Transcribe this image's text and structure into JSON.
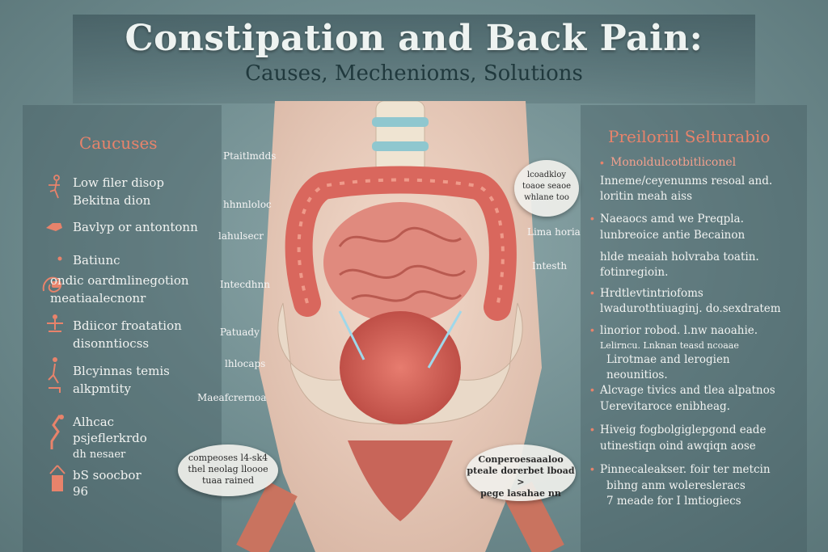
{
  "header": {
    "title": "Constipation and Back Pain:",
    "subtitle": "Causes, Mechenioms, Solutions"
  },
  "left_panel": {
    "heading": "Caucuses",
    "items": [
      {
        "icon": "figure-icon",
        "lines": [
          "Low filer disop",
          "Bekitna dion"
        ]
      },
      {
        "icon": "hand-icon",
        "lines": [
          "Bavlyp or antontonn"
        ]
      },
      {
        "icon": "dot-icon",
        "lines": [
          "Batiunc"
        ]
      },
      {
        "icon": "intestine-icon",
        "lines": [
          "ondic oardmlinegotion",
          "meatiaalecnonr"
        ]
      },
      {
        "icon": "balance-icon",
        "lines": [
          "Bdiicor froatation",
          "disonntiocss"
        ]
      },
      {
        "icon": "person-icon",
        "lines": [
          "Blcyinnas temis",
          "alkpmtity"
        ]
      },
      {
        "icon": "kneel-icon",
        "lines": [
          "Alhcac",
          "psjeflerkrdo",
          "dh nesaer"
        ]
      },
      {
        "icon": "chair-icon",
        "lines": [
          "bS soocbor",
          "96"
        ]
      }
    ]
  },
  "right_panel": {
    "heading": "Preiloriil Selturabio",
    "subheading": "Monoldulcotbitliconel",
    "items": [
      {
        "lines": [
          "Inneme/ceyenunms resoal and.",
          "loritin meah aiss"
        ]
      },
      {
        "lines": [
          "Naeaocs amd we Preqpla.",
          "lunbreoice antie Becainon"
        ]
      },
      {
        "lines": [
          "hlde meaiah holvraba toatin.",
          "fotinregioin."
        ]
      },
      {
        "lines": [
          "Hrdtlevtintriofoms",
          "lwadurothtiuaginj. do.sexdratem"
        ]
      },
      {
        "lines": [
          "linorior robod. l.nw naoahie.",
          "Lelirncu. Lnknan teasd ncoaae"
        ]
      },
      {
        "lines": [
          "Lirotmae and lerogien",
          "neounitios."
        ]
      },
      {
        "lines": [
          "Alcvage tivics and tlea alpatnos",
          "Uerevitaroce enibheag."
        ]
      },
      {
        "lines": [
          "Hiveig fogbolgiglepgond eade",
          "utinestiqn oind awqiqn aose"
        ]
      },
      {
        "lines": [
          "Pinnecaleakser. foir ter metcin",
          "bihng anm woleresleracs",
          "7 meade for I lmtiogiecs"
        ]
      }
    ]
  },
  "anatomy": {
    "labels": [
      "Ptaitlmdds",
      "hhnnloloc",
      "lahulsecr",
      "Intecdhnn",
      "Patuady",
      "lhlocaps",
      "Maeafcrernoa",
      "Lima horia",
      "Intesth"
    ],
    "bubble_top": [
      "lcoadkloy",
      "toaoe seaoe",
      "whlane too"
    ],
    "bubble_left": [
      "compeoses l4-sk4",
      "thel neolag lloooe",
      "tuaa rained"
    ],
    "bubble_right": [
      "Conperoesaaaloo",
      "pteale dorerbet lboad >",
      "pege lasahae nn"
    ]
  },
  "colors": {
    "accent": "#e8836b",
    "panel_text": "#f1f3f1",
    "background": "#7a9597",
    "intestine": "#d9675d"
  }
}
